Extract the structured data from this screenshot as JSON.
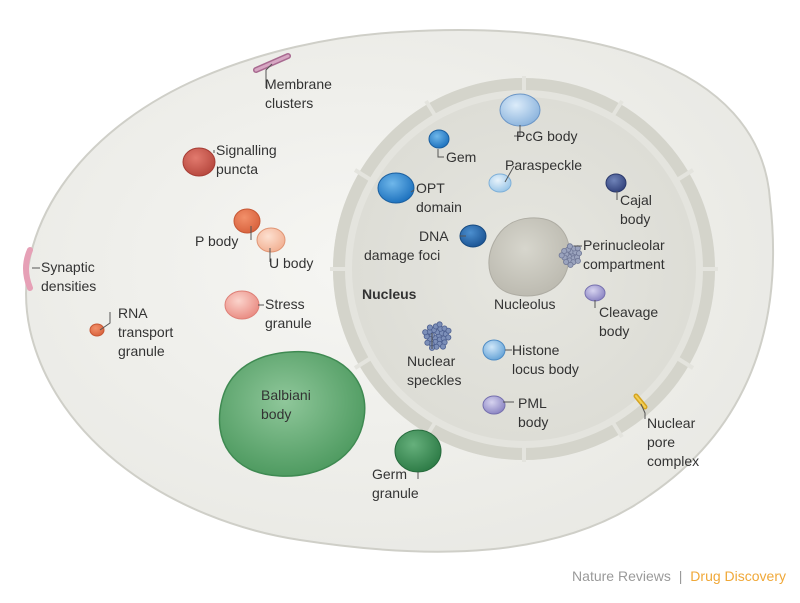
{
  "labels": {
    "membrane_clusters": [
      "Membrane",
      "clusters"
    ],
    "signalling_puncta": [
      "Signalling",
      "puncta"
    ],
    "p_body": "P body",
    "u_body": "U body",
    "synaptic_densities": [
      "Synaptic",
      "densities"
    ],
    "stress_granule": [
      "Stress",
      "granule"
    ],
    "rna_transport_granule": [
      "RNA",
      "transport",
      "granule"
    ],
    "balbiani_body": [
      "Balbiani",
      "body"
    ],
    "germ_granule": [
      "Germ",
      "granule"
    ],
    "nucleus": "Nucleus",
    "gem": "Gem",
    "pcg_body": [
      "PcG body"
    ],
    "paraspeckle": "Paraspeckle",
    "opt_domain": [
      "OPT",
      "domain"
    ],
    "cajal_body": [
      "Cajal",
      "body"
    ],
    "dna_damage_foci": [
      "DNA",
      "damage foci"
    ],
    "perinucleolar_compartment": [
      "Perinucleolar",
      "compartment"
    ],
    "nucleolus": "Nucleolus",
    "cleavage_body": [
      "Cleavage",
      "body"
    ],
    "nuclear_speckles": [
      "Nuclear",
      "speckles"
    ],
    "histone_locus_body": [
      "Histone",
      "locus body"
    ],
    "pml_body": [
      "PML",
      "body"
    ],
    "nuclear_pore_complex": [
      "Nuclear",
      "pore",
      "complex"
    ]
  },
  "credit": {
    "publisher": "Nature Reviews",
    "separator": "|",
    "journal": "Drug Discovery"
  },
  "colors": {
    "cell_fill": "#ecece8",
    "cell_stroke": "#c9c9c2",
    "nucleus_fill": "#e2e2dc",
    "envelope": "#d6d6ce",
    "leader": "#555555",
    "publisher_text": "#9a9a9a",
    "journal_text": "#f0a838"
  }
}
